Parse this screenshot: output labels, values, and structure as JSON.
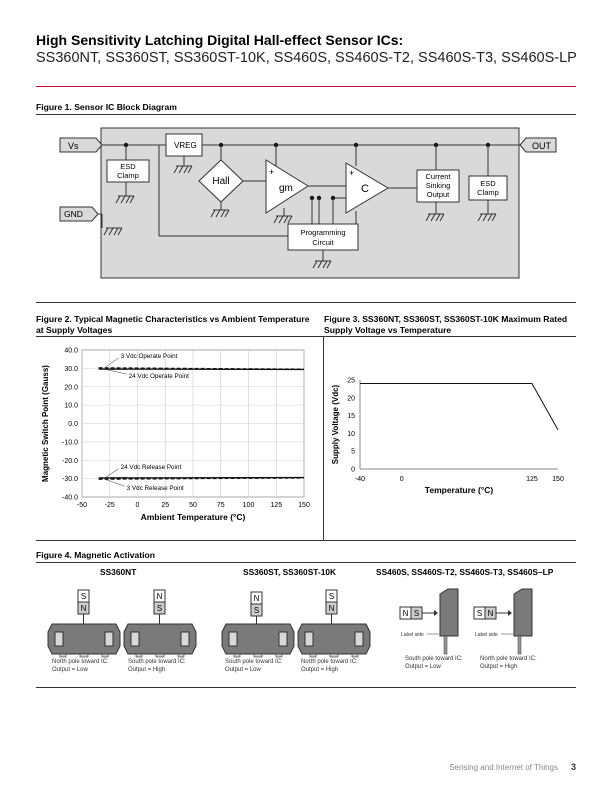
{
  "header": {
    "title": "High Sensitivity Latching Digital Hall-effect Sensor ICs:",
    "subtitle": "SS360NT, SS360ST, SS360ST-10K, SS460S, SS460S-T2, SS460S-T3, SS460S-LP"
  },
  "figure1": {
    "title": "Figure 1. Sensor IC Block Diagram",
    "blocks": {
      "vs": "Vs",
      "gnd": "GND",
      "out": "OUT",
      "vreg": "VREG",
      "esd_clamp_left": [
        "ESD",
        "Clamp"
      ],
      "hall": "Hall",
      "gm": "gm",
      "comparator": "C",
      "current_sinking_output": [
        "Current",
        "Sinking",
        "Output"
      ],
      "esd_clamp_right": [
        "ESD",
        "Clamp"
      ],
      "programming_circuit": [
        "Programming",
        "Circuit"
      ]
    }
  },
  "figure2": {
    "title": "Figure 2. Typical Magnetic Characteristics vs Ambient Temperature at Supply Voltages",
    "chart_data": {
      "type": "line",
      "xlabel": "Ambient Temperature (°C)",
      "ylabel": "Magnetic Switch Point (Gauss)",
      "xlim": [
        -50,
        150
      ],
      "ylim": [
        -40,
        40
      ],
      "x_ticks": [
        "-50",
        "-25",
        "0",
        "25",
        "50",
        "75",
        "100",
        "125",
        "150"
      ],
      "y_ticks": [
        "40.0",
        "30.0",
        "20.0",
        "10.0",
        "0.0",
        "-10.0",
        "-20.0",
        "-30.0",
        "-40.0"
      ],
      "series": [
        {
          "name": "3 Vdc Operate Point",
          "x": [
            -35,
            150
          ],
          "y": [
            30.3,
            29.5
          ],
          "style": "dashed"
        },
        {
          "name": "24 Vdc Operate Point",
          "x": [
            -35,
            150
          ],
          "y": [
            29.6,
            29.4
          ],
          "style": "solid"
        },
        {
          "name": "24 Vdc Release Point",
          "x": [
            -35,
            150
          ],
          "y": [
            -29.6,
            -29.4
          ],
          "style": "solid"
        },
        {
          "name": "3 Vdc Release Point",
          "x": [
            -35,
            150
          ],
          "y": [
            -30.3,
            -29.6
          ],
          "style": "dashed"
        }
      ],
      "grid": true
    }
  },
  "figure3": {
    "title": "Figure 3. SS360NT, SS360ST, SS360ST-10K Maximum Rated Supply Voltage vs Temperature",
    "chart_data": {
      "type": "line",
      "xlabel": "Temperature (°C)",
      "ylabel": "Supply Voltage (Vdc)",
      "xlim": [
        -40,
        150
      ],
      "ylim": [
        0,
        25
      ],
      "x_ticks": [
        "-40",
        "0",
        "125",
        "150"
      ],
      "y_ticks": [
        "25",
        "20",
        "15",
        "10",
        "5",
        "0"
      ],
      "series": [
        {
          "x": [
            -40,
            125,
            150
          ],
          "y": [
            24,
            24,
            11
          ]
        }
      ],
      "grid": false
    }
  },
  "figure4": {
    "title": "Figure 4. Magnetic Activation",
    "groups": [
      {
        "heading": "SS360NT",
        "items": [
          {
            "magnet": [
              "S",
              "N"
            ],
            "caption": [
              "North pole toward IC:",
              "Output = Low"
            ]
          },
          {
            "magnet": [
              "N",
              "S"
            ],
            "caption": [
              "South pole toward IC:",
              "Output = High"
            ]
          }
        ]
      },
      {
        "heading": "SS360ST, SS360ST-10K",
        "items": [
          {
            "magnet": [
              "N",
              "S"
            ],
            "caption": [
              "South pole toward IC:",
              "Output = Low"
            ]
          },
          {
            "magnet": [
              "S",
              "N"
            ],
            "caption": [
              "North pole toward IC:",
              "Output = High"
            ]
          }
        ]
      },
      {
        "heading": "SS460S, SS460S-T2, SS460S-T3, SS460S–LP",
        "items": [
          {
            "magnet": [
              "N",
              "S"
            ],
            "label_side": "Label side",
            "caption": [
              "South pole toward IC:",
              "Output = Low"
            ]
          },
          {
            "magnet": [
              "S",
              "N"
            ],
            "label_side": "Label side",
            "caption": [
              "North pole toward IC:",
              "Output = High"
            ]
          }
        ]
      }
    ]
  },
  "footer": {
    "text": "Sensing and Internet of Things",
    "page": "3"
  }
}
